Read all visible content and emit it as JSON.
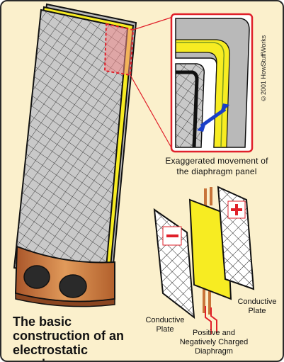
{
  "credit": "©2001 HowStuffWorks",
  "zoom_caption": "Exaggerated movement of the diaphragm panel",
  "title": "The basic construction of an electrostatic speaker",
  "labels": {
    "left_plate": "Conductive Plate",
    "right_plate": "Conductive Plate",
    "diaphragm": "Positive and Negatively Charged Diaphragm"
  },
  "signs": {
    "negative": "−",
    "positive": "+"
  },
  "colors": {
    "background": "#fbf0cc",
    "diaphragm": "#f7ec22",
    "base": "#c8743a",
    "highlight": "#e0202a",
    "arrow": "#1a3fc8",
    "panel_grey": "#b9b9b9"
  }
}
